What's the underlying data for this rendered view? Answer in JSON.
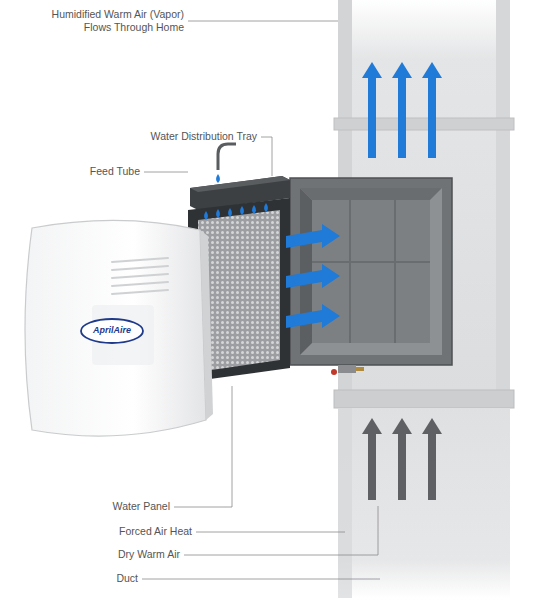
{
  "diagram": {
    "labels": [
      "Humidified Warm Air (Vapor) Flows Through Home",
      "Water Distribution Tray",
      "Feed Tube",
      "AprilAire",
      "Water Panel",
      "Forced Air Heat",
      "Dry Warm Air",
      "Duct"
    ]
  }
}
